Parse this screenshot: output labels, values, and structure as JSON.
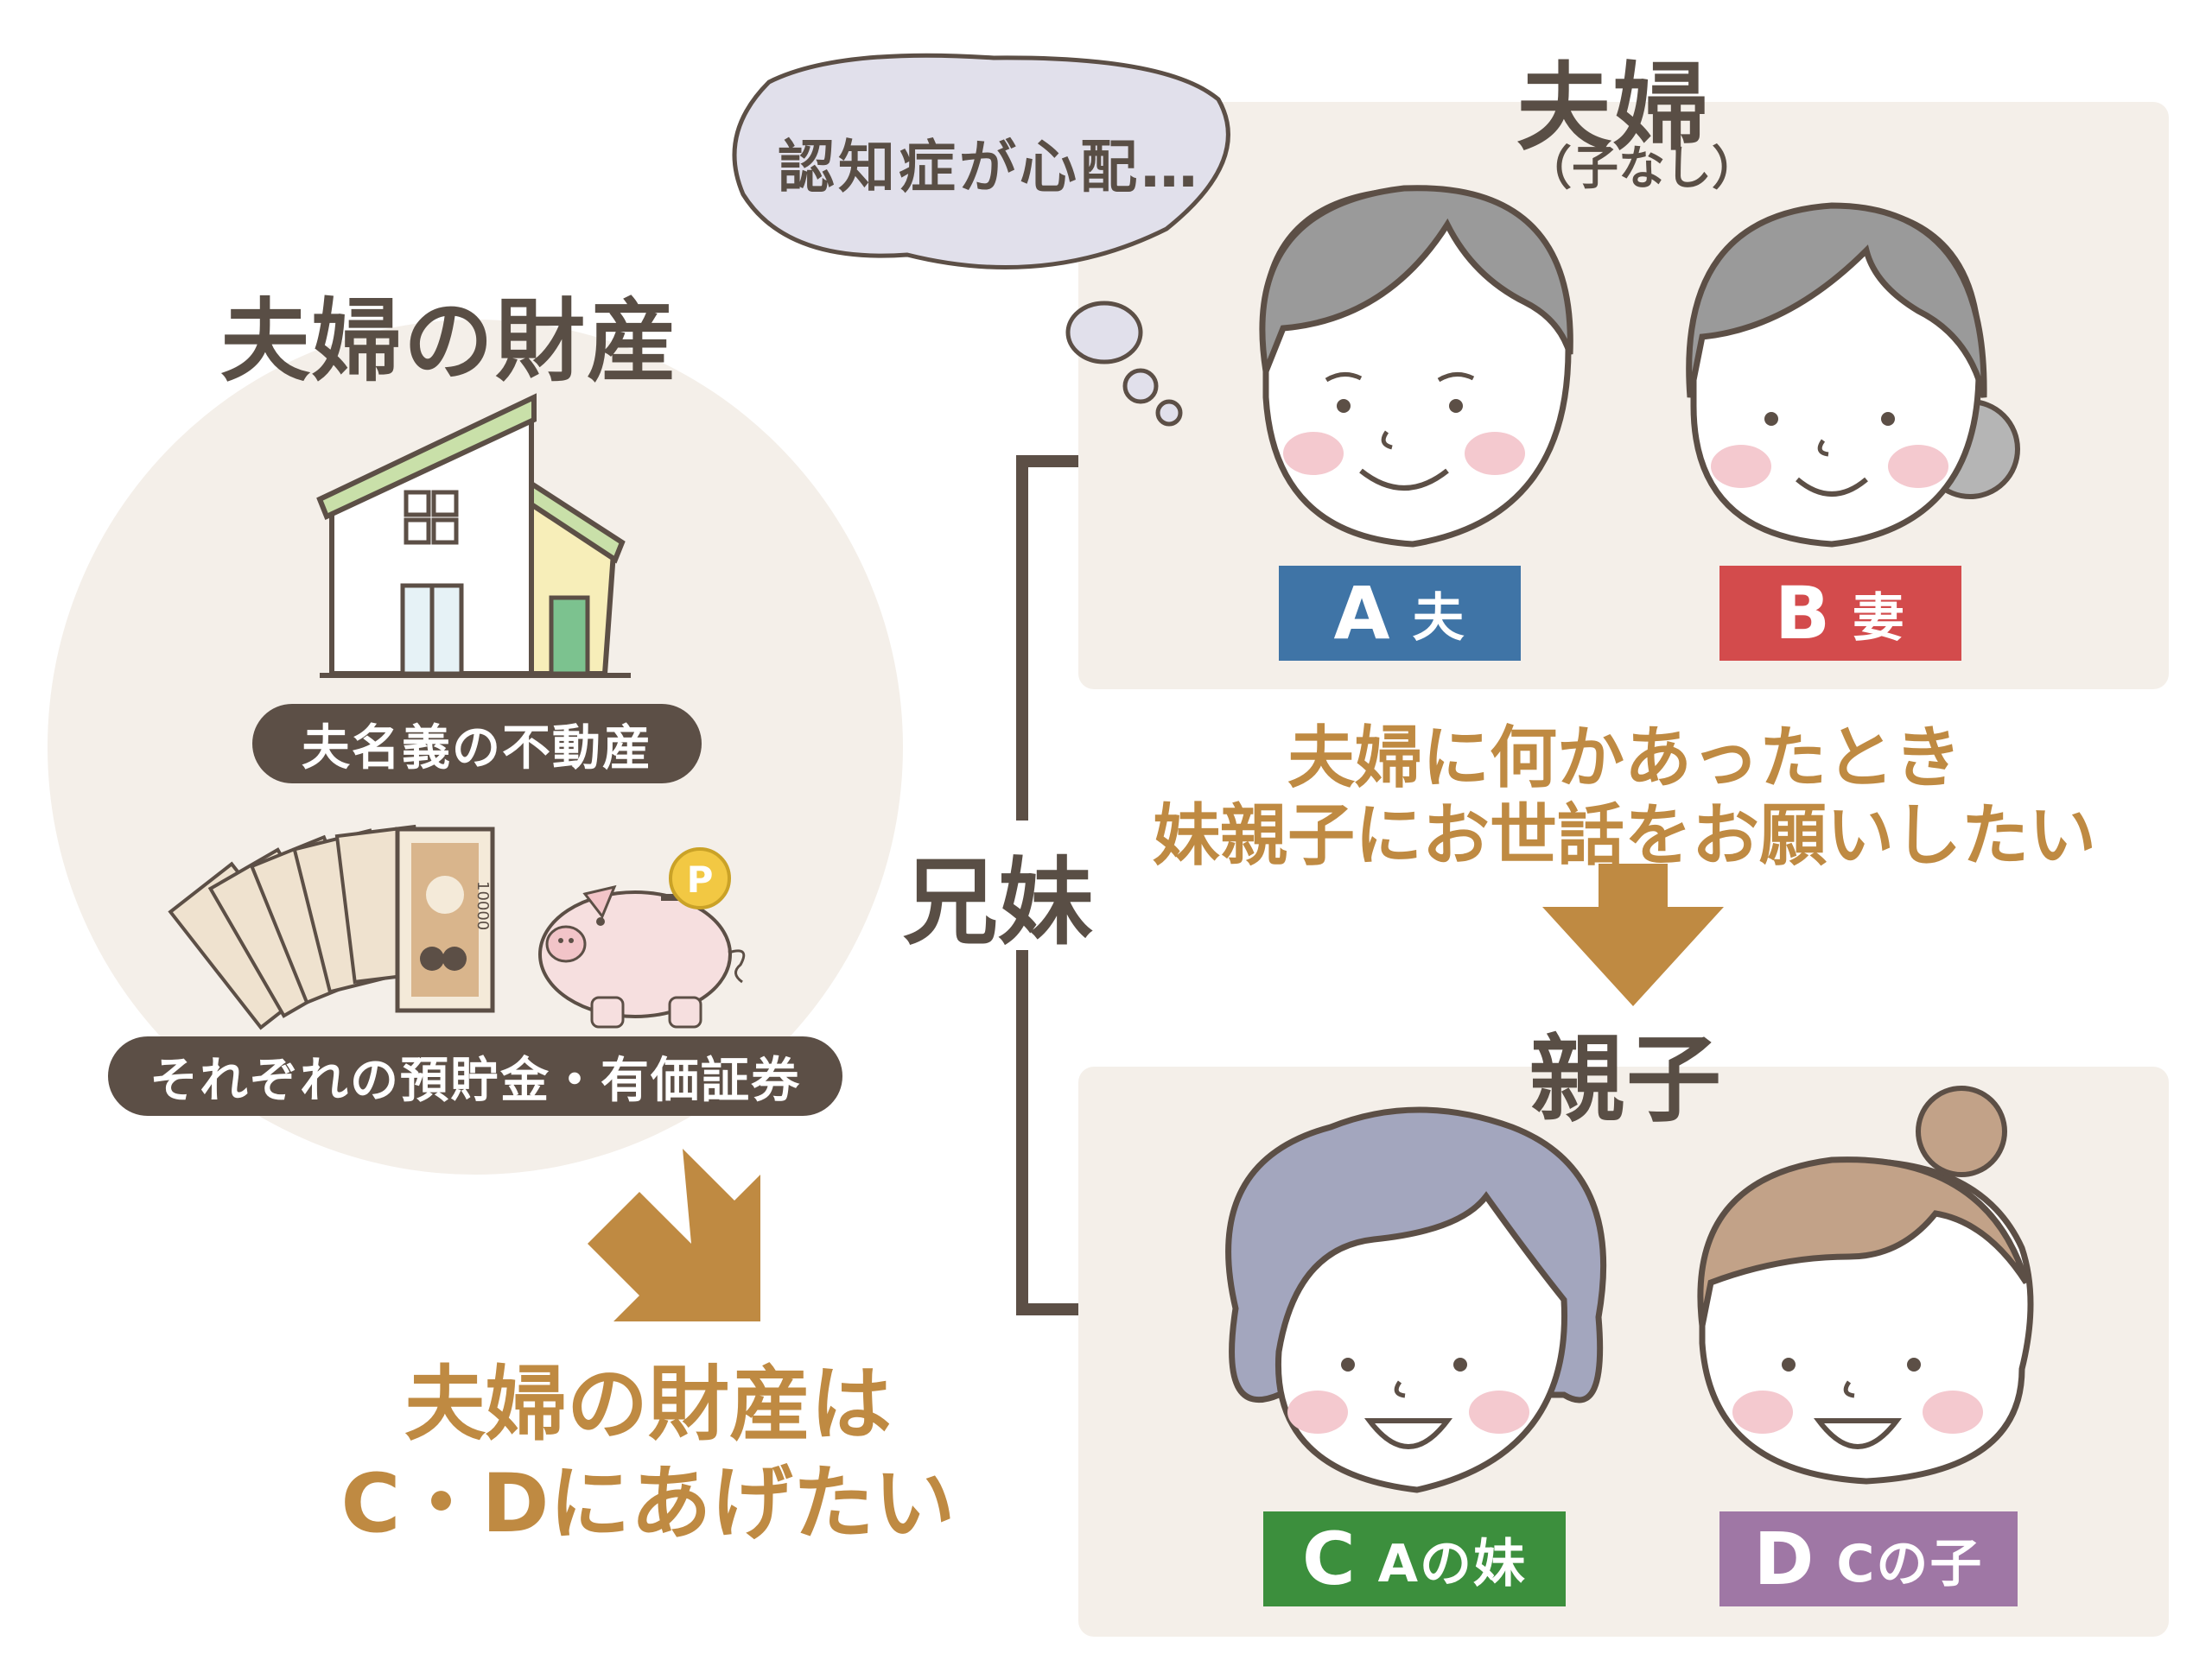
{
  "left": {
    "title": "夫婦の財産",
    "property_label": "夫名義の不動産",
    "savings_label": "それぞれの預貯金・有価証券",
    "banknote_value": "10000",
    "coin_symbol": "P",
    "outcome_line1": "夫婦の財産は",
    "outcome_line2": "C・Dにあげたい"
  },
  "thought_bubble": "認知症が心配…",
  "sibling_label": "兄妹",
  "couple": {
    "title": "夫婦",
    "subtitle": "（子なし）",
    "person_a": {
      "letter": "A",
      "role": "夫",
      "color": "#3f74a6"
    },
    "person_b": {
      "letter": "B",
      "role": "妻",
      "color": "#d34b4c"
    }
  },
  "request_line1": "夫婦に何かあったとき",
  "request_line2": "妹親子にお世話をお願いしたい",
  "family": {
    "title": "親子",
    "person_c": {
      "letter": "C",
      "role": "Aの妹",
      "color": "#3c8f3d"
    },
    "person_d": {
      "letter": "D",
      "role": "Cの子",
      "color": "#9f77a5"
    }
  },
  "colors": {
    "arrow": "#bf8a42",
    "panel": "#f4efe9",
    "pill": "#5c4f46",
    "heading": "#594e45"
  }
}
